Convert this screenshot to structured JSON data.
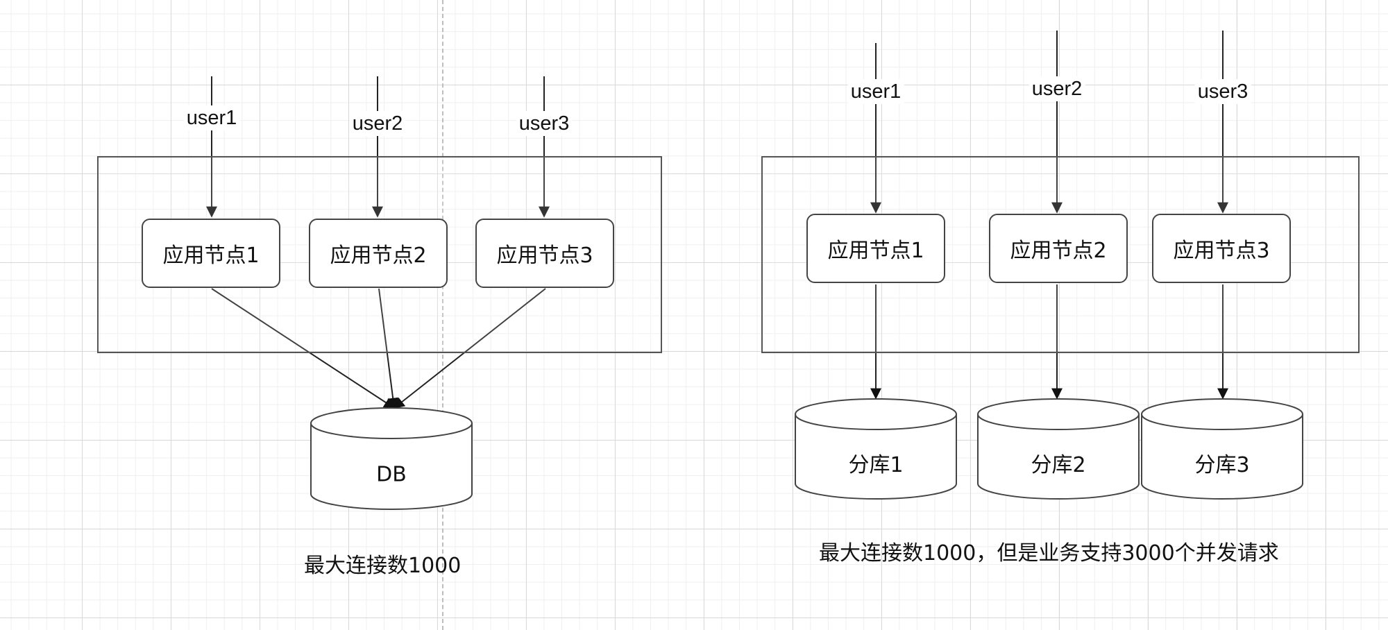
{
  "left": {
    "users": [
      "user1",
      "user2",
      "user3"
    ],
    "nodes": [
      "应用节点1",
      "应用节点2",
      "应用节点3"
    ],
    "db": "DB",
    "caption": "最大连接数1000"
  },
  "right": {
    "users": [
      "user1",
      "user2",
      "user3"
    ],
    "nodes": [
      "应用节点1",
      "应用节点2",
      "应用节点3"
    ],
    "dbs": [
      "分库1",
      "分库2",
      "分库3"
    ],
    "caption": "最大连接数1000，但是业务支持3000个并发请求"
  }
}
